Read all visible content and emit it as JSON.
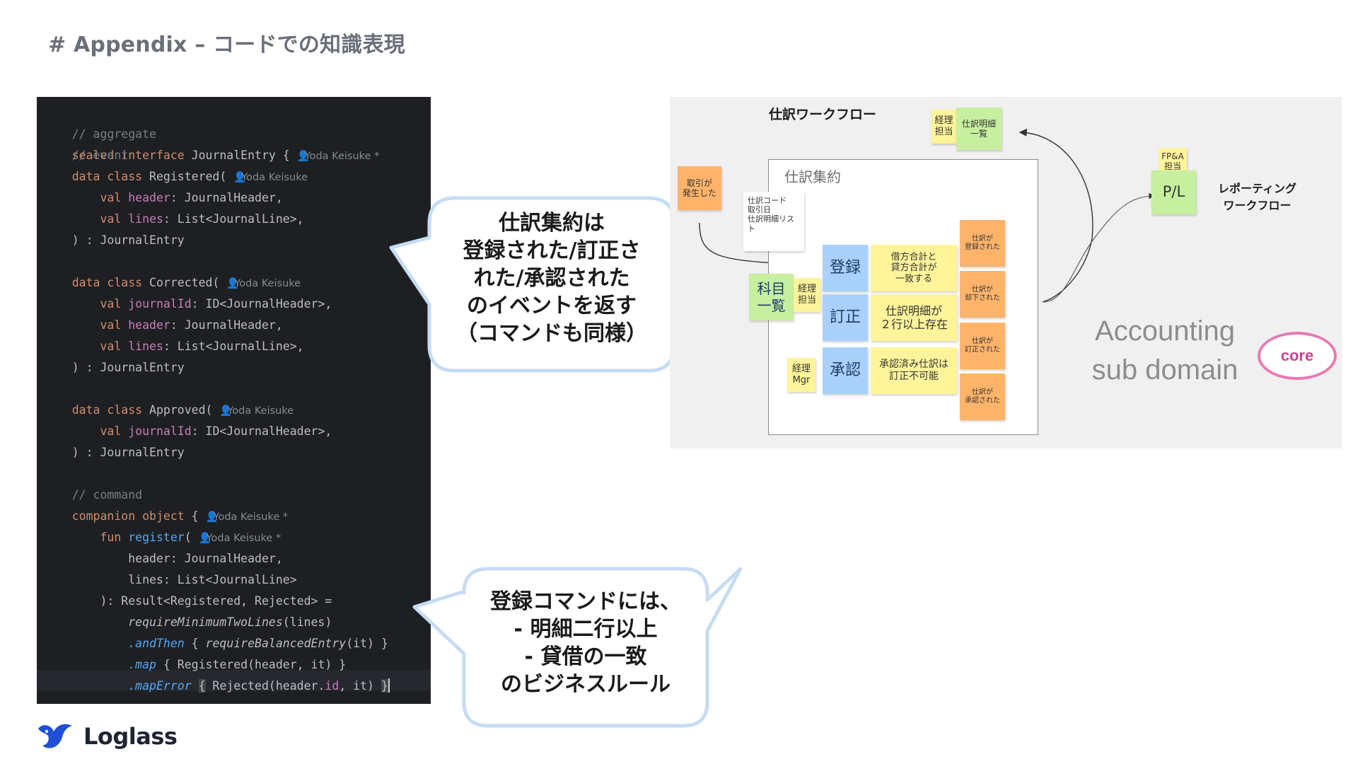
{
  "slide": {
    "title": "# Appendix – コードでの知識表現"
  },
  "code": {
    "line01": "// aggregate",
    "line02_kw": "sealed interface",
    "line02_name": " JournalEntry {",
    "author_star": "Yoda Keisuke *",
    "author": "Yoda Keisuke",
    "line03": "// event",
    "data_class": "data class",
    "registered_decl": " Registered(",
    "val": "val",
    "header": "header",
    "header_type": ": JournalHeader,",
    "lines": "lines",
    "lines_type": ": List<JournalLine>,",
    "journal_id": "journalId",
    "journal_id_type": ": ID<JournalHeader>,",
    "close_entry": ") : JournalEntry",
    "corrected_decl": " Corrected(",
    "approved_decl": " Approved(",
    "command_comment": "// command",
    "companion_kw": "companion object",
    "brace_open": " {",
    "fun_kw": "fun",
    "register_fn": "register",
    "paren_open": "(",
    "param_header": "header: JournalHeader,",
    "param_lines": "lines: List<JournalLine>",
    "return_type": "): Result<Registered, Rejected> =",
    "require_min": "requireMinimumTwoLines",
    "require_min_args": "(lines)",
    "and_then": ".andThen",
    "require_bal": "requireBalancedEntry",
    "require_bal_args": "(it) }",
    "map": ".map",
    "map_body": " { Registered(header, it) }",
    "map_error": ".mapError",
    "rejected_call": " Rejected(header.",
    "id": "id",
    "rejected_tail": ", it) ",
    "brace_l": "{",
    "brace_r": "}",
    "space": " ",
    "space_lbrace": " { "
  },
  "bubble1": {
    "lines": [
      "仕訳集約は",
      "登録された/訂正さ",
      "れた/承認された",
      "のイベントを返す",
      "（コマンドも同様）"
    ]
  },
  "bubble2": {
    "lines": [
      "登録コマンドには、",
      "- 明細二行以上",
      "- 貸借の一致",
      "のビジネスルール"
    ]
  },
  "diagram": {
    "title": "仕訳ワークフロー",
    "aggregate_label": "仕訳集約",
    "sticky_keiri_top": "経理\n担当",
    "sticky_meisai_list": "仕訳明細\n一覧",
    "sticky_fpa": "FP&A\n担当",
    "sticky_pl": "P/L",
    "reporting": "レポーティング\nワークフロー",
    "sticky_event_occurred": "取引が\n発生した",
    "sticky_input": "仕訳コード\n取引日\n仕訳明細リス\nト",
    "sticky_register": "登録",
    "sticky_correct": "訂正",
    "sticky_approve": "承認",
    "sticky_kamoku": "科目\n一覧",
    "sticky_keiri_mid": "経理\n担当",
    "sticky_mgr": "経理\nMgr",
    "rule_balance": "借方合計と\n貸方合計が\n一致する",
    "rule_two_lines": "仕訳明細が\n２行以上存在",
    "rule_approved": "承認済み仕訳は\n訂正不可能",
    "ev_registered": "仕訳が\n登録された",
    "ev_rejected": "仕訳が\n却下された",
    "ev_corrected": "仕訳が\n訂正された",
    "ev_approved": "仕訳が\n承認された",
    "domain_line1": "Accounting",
    "domain_line2": "sub domain",
    "core": "core"
  },
  "logo": {
    "text": "Loglass"
  },
  "colors": {
    "editor_bg": "#1e1f22",
    "keyword": "#cf8e6d",
    "property": "#c77dbb",
    "function": "#56a8f5",
    "sticky_yellow": "#fff49a",
    "sticky_green": "#c6ef9f",
    "sticky_orange": "#fdb46a",
    "sticky_blue": "#a9d1fb",
    "core_pink": "#e87ab5",
    "bubble_border": "#c5dcf3"
  },
  "icons": [
    "person-icon",
    "loglass-logo-icon"
  ]
}
